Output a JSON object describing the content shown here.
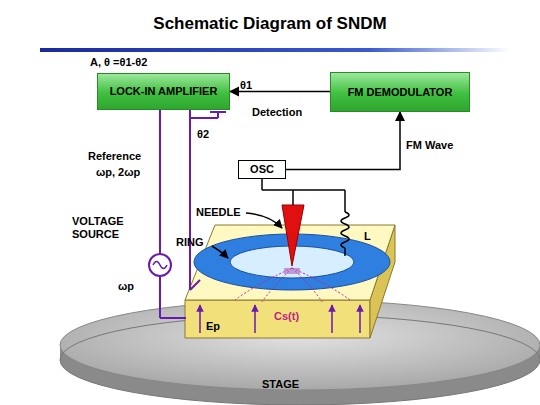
{
  "diagram": {
    "title": "Schematic Diagram of SNDM",
    "nodes": [
      {
        "text": [
          "LOCK-IN AMPLIFIER"
        ]
      },
      {
        "text": [
          "FM DEMODULATOR"
        ]
      },
      {
        "text": [
          "OSC"
        ]
      }
    ],
    "edges": [
      {
        "from": 1,
        "to": 0,
        "arrow": "to",
        "label": "Detection"
      },
      {
        "from": 2,
        "to": 1,
        "arrow": "to",
        "label": "FM Wave"
      }
    ],
    "labels": [
      "A, θ =θ1-θ2",
      "θ1",
      "θ2",
      "Reference",
      "ωp, 2ωp",
      "VOLTAGE SOURCE",
      "ωp",
      "NEEDLE",
      "RING",
      "L",
      "Ep",
      "Cs(t)",
      "STAGE"
    ]
  }
}
